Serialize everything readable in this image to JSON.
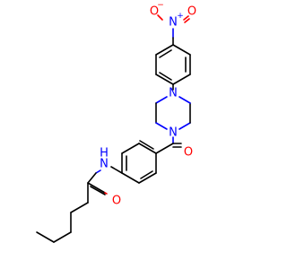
{
  "colors": {
    "bond": "#000000",
    "oxygen": "#ff0000",
    "nitrogen": "#0000ff",
    "background": "#ffffff"
  },
  "atoms": {
    "nitro_n": "N",
    "nitro_n_charge": "+",
    "nitro_o_left": "O",
    "nitro_o_left_charge": "−",
    "nitro_o_right": "O",
    "piperazine_n_top": "N",
    "piperazine_n_bottom": "N",
    "carbonyl_o_top": "O",
    "amide_nh": "H",
    "amide_n": "N",
    "amide_o": "O"
  }
}
